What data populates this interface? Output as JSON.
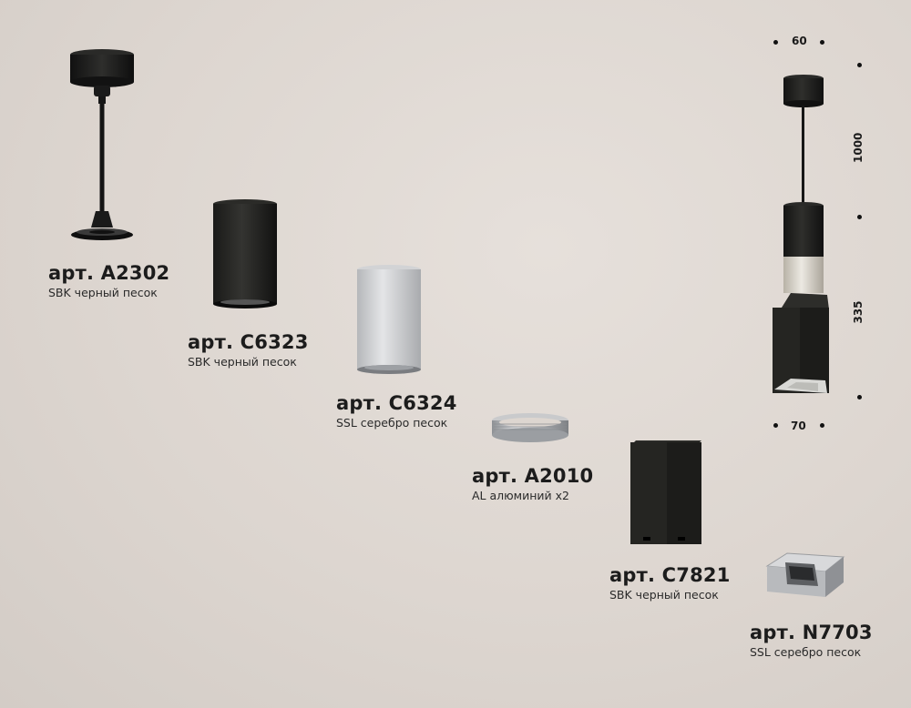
{
  "products": [
    {
      "article": "арт. A2302",
      "finish": "SBK черный песок",
      "icon": "pendant-mount-icon"
    },
    {
      "article": "арт. C6323",
      "finish": "SBK черный песок",
      "icon": "black-cylinder-icon"
    },
    {
      "article": "арт. C6324",
      "finish": "SSL серебро песок",
      "icon": "silver-cylinder-icon"
    },
    {
      "article": "арт. A2010",
      "finish": "AL алюминий x2",
      "icon": "aluminium-ring-icon"
    },
    {
      "article": "арт. C7821",
      "finish": "SBK черный песок",
      "icon": "black-square-housing-icon"
    },
    {
      "article": "арт. N7703",
      "finish": "SSL серебро песок",
      "icon": "square-silver-insert-icon"
    }
  ],
  "dimensions": {
    "top_width": "60",
    "cable_length": "1000",
    "body_height": "335",
    "bottom_width": "70"
  }
}
